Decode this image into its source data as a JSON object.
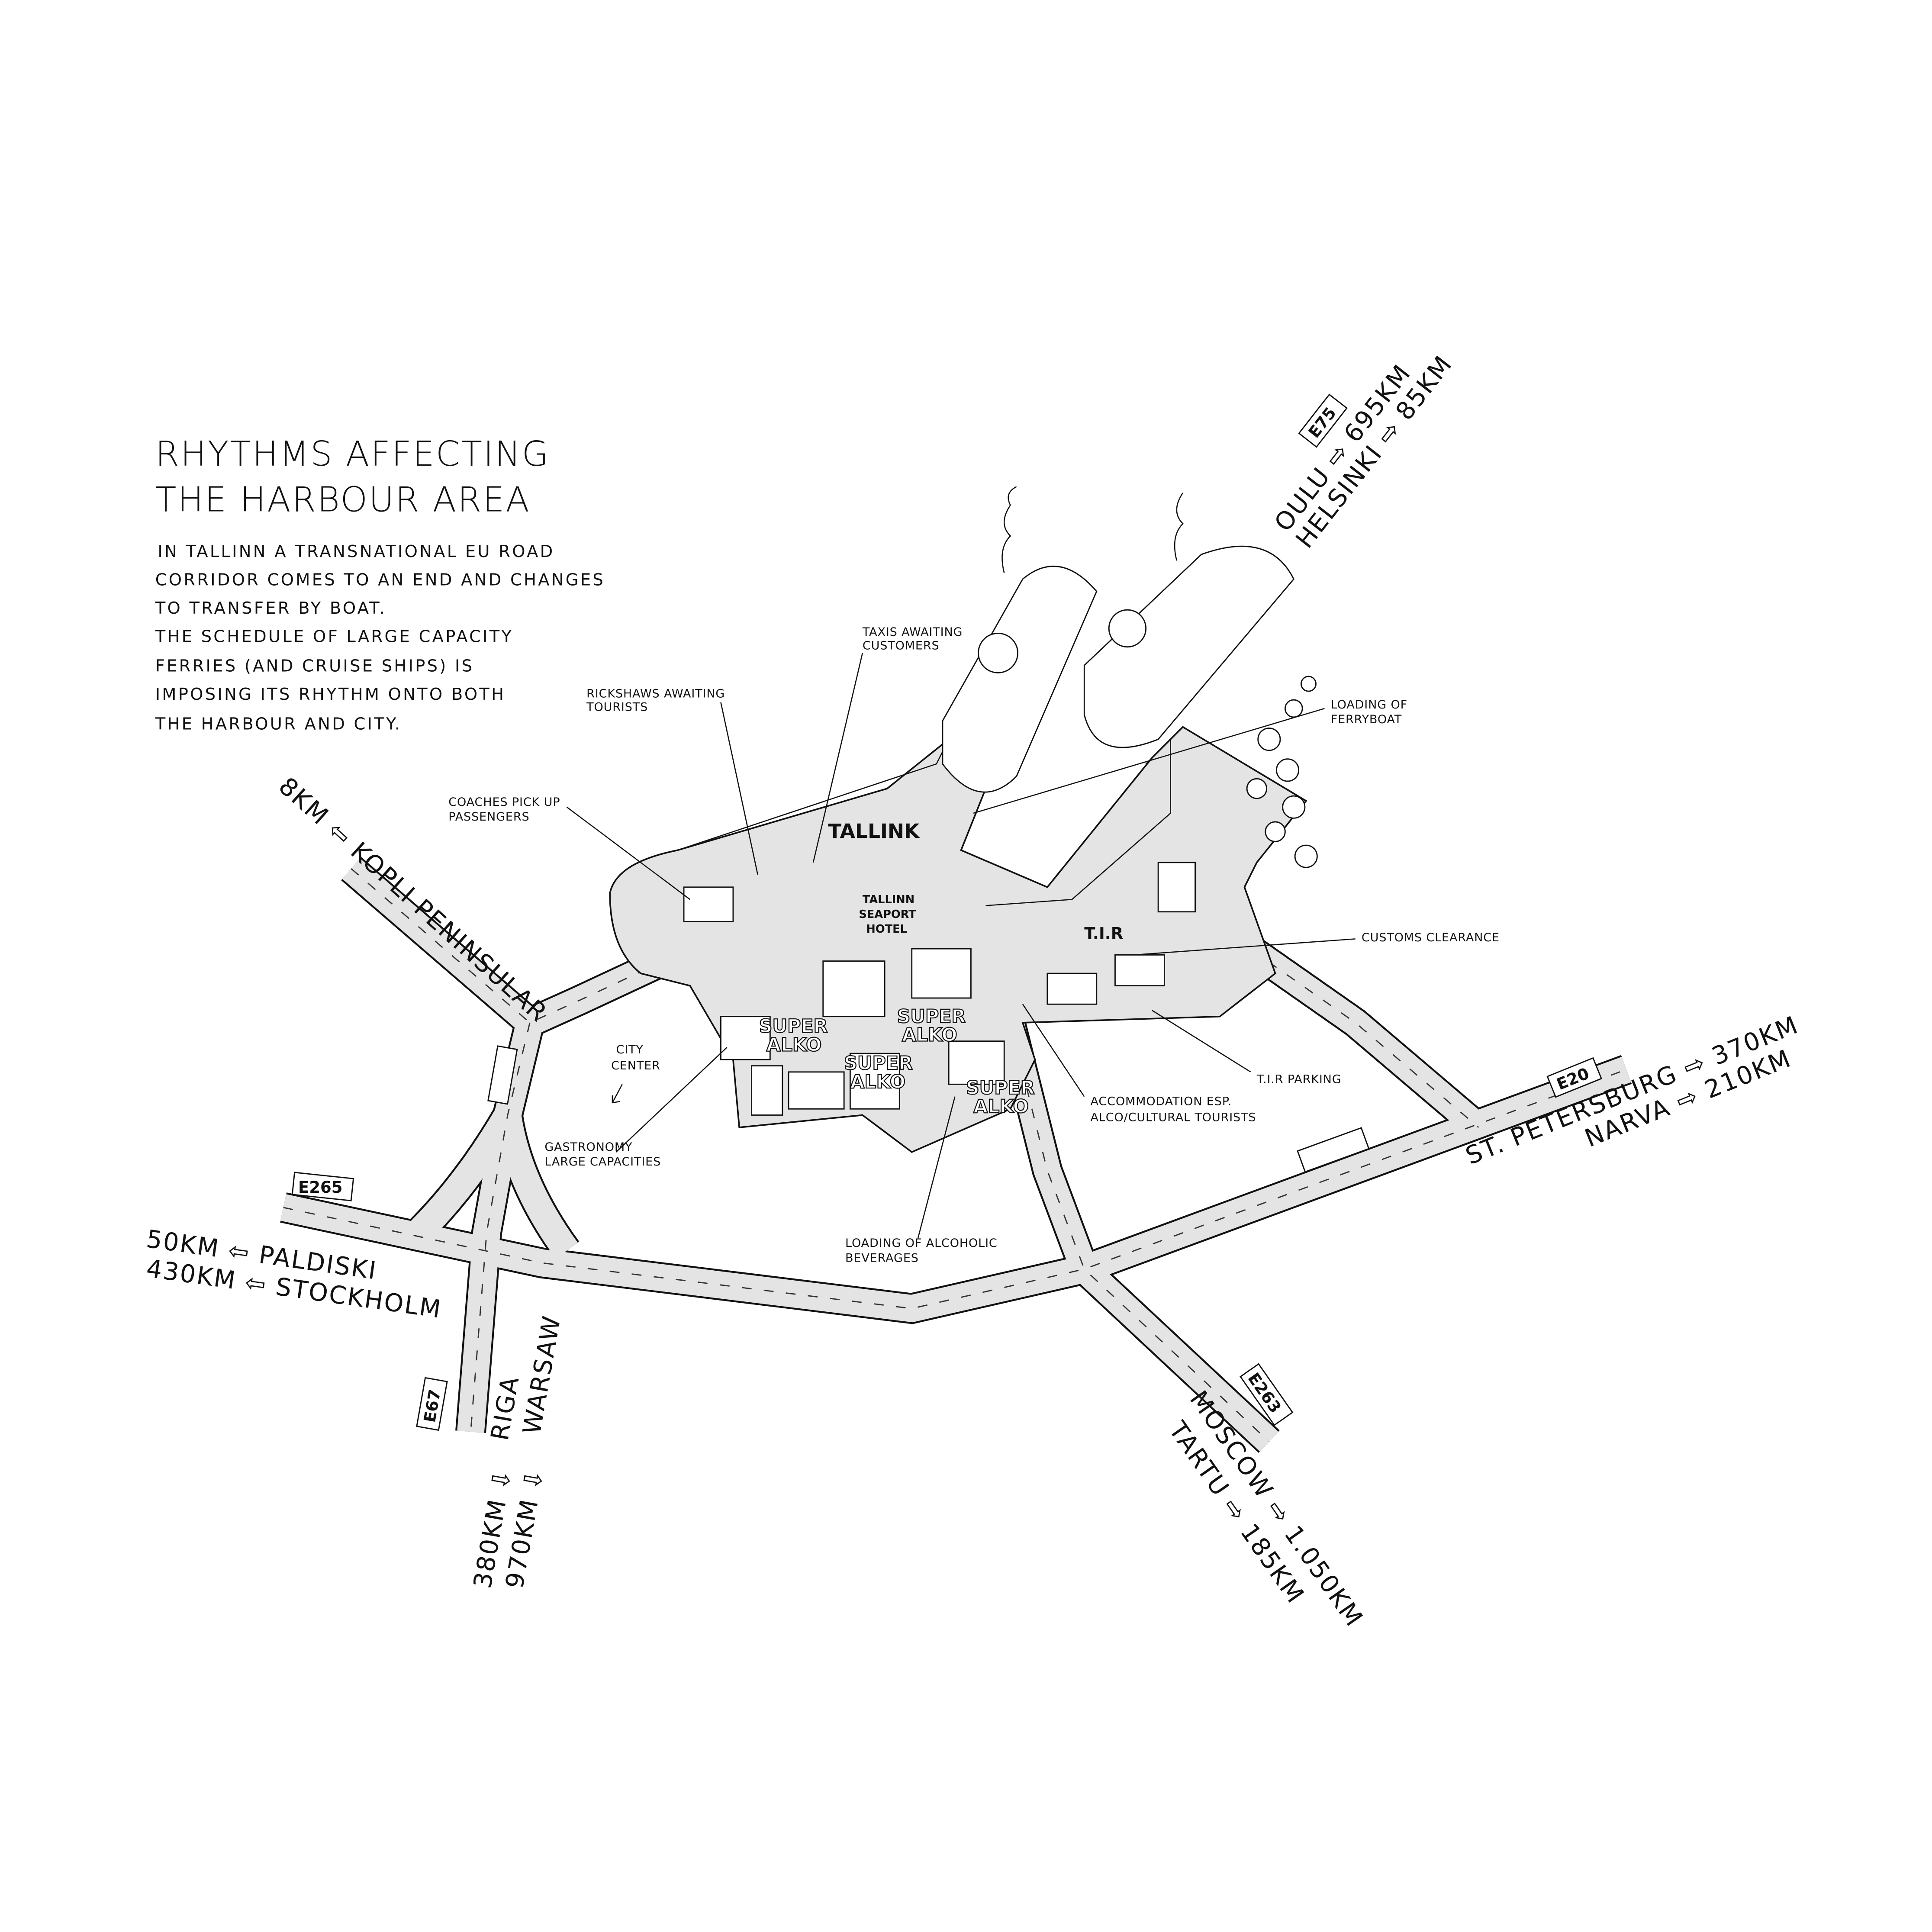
{
  "title": {
    "line1": "RHYTHMS AFFECTING",
    "line2": "THE HARBOUR AREA"
  },
  "description": [
    "IN TALLINN A TRANSNATIONAL EU ROAD",
    "CORRIDOR COMES TO AN END AND CHANGES",
    "TO TRANSFER BY BOAT.",
    "THE SCHEDULE OF LARGE CAPACITY",
    "FERRIES (AND CRUISE SHIPS) IS",
    "IMPOSING ITS RHYTHM ONTO BOTH",
    "THE HARBOUR AND CITY."
  ],
  "annotations": {
    "taxis": [
      "TAXIS AWAITING",
      "CUSTOMERS"
    ],
    "rickshaws": [
      "RICKSHAWS AWAITING",
      "TOURISTS"
    ],
    "coaches": [
      "COACHES PICK UP",
      "PASSENGERS"
    ],
    "ferry_loading": [
      "LOADING OF",
      "FERRYBOAT"
    ],
    "customs": [
      "CUSTOMS CLEARANCE"
    ],
    "tir_parking": [
      "T.I.R PARKING"
    ],
    "accommodation": [
      "ACCOMMODATION ESP.",
      "ALCO/CULTURAL TOURISTS"
    ],
    "gastronomy": [
      "GASTRONOMY",
      "LARGE CAPACITIES"
    ],
    "alcohol_loading": [
      "LOADING OF ALCOHOLIC",
      "BEVERAGES"
    ],
    "city_center": [
      "CITY",
      "CENTER"
    ]
  },
  "map_signs": {
    "tallink": "TALLINK",
    "hotel": [
      "TALLINN",
      "SEAPORT",
      "HOTEL"
    ],
    "tir": "T.I.R",
    "super_alko": [
      "SUPER",
      "ALKO"
    ]
  },
  "destinations": {
    "e75": {
      "shield": "E75",
      "lines": [
        "OULU ⇨ 695KM",
        "HELSINKI ⇨ 85KM"
      ]
    },
    "kopli": {
      "line": "8KM ⇦ KOPLI PENINSULAR"
    },
    "e20": {
      "shield": "E20",
      "lines": [
        "ST. PETERSBURG ⇨ 370KM",
        "NARVA ⇨ 210KM"
      ]
    },
    "e265": {
      "shield": "E265",
      "lines": [
        "50KM ⇦ PALDISKI",
        "430KM ⇦ STOCKHOLM"
      ]
    },
    "e67": {
      "shield": "E67",
      "lines": [
        "RIGA",
        "WARSAW"
      ],
      "distances": [
        "380KM ⇩",
        "970KM ⇩"
      ]
    },
    "e263": {
      "shield": "E263",
      "lines": [
        "MOSCOW ⇨ 1.050KM",
        "TARTU ⇨ 185KM"
      ]
    }
  },
  "colors": {
    "ink": "#111111",
    "fill": "#e4e4e4",
    "paper": "#ffffff"
  }
}
